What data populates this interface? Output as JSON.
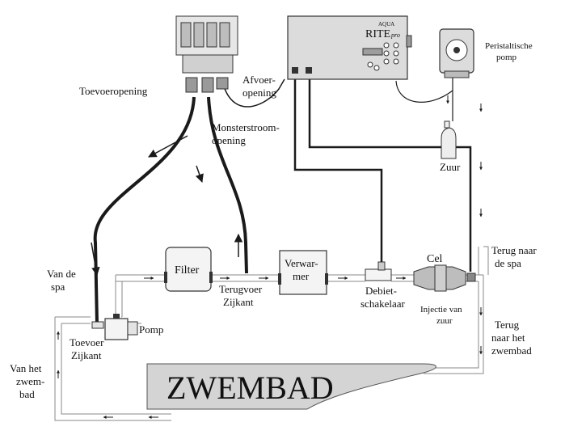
{
  "labels": {
    "toevoeropening": "Toevoeropening",
    "afvoer_line1": "Afvoer-",
    "afvoer_line2": "opening",
    "monster_line1": "Monsterstroom-",
    "monster_line2": "opening",
    "peristaltische_line1": "Peristaltische",
    "peristaltische_line2": "pomp",
    "zuur": "Zuur",
    "van_de_spa_line1": "Van de",
    "van_de_spa_line2": "spa",
    "filter": "Filter",
    "verwarmer_line1": "Verwar-",
    "verwarmer_line2": "mer",
    "terugvoer_line1": "Terugvoer",
    "terugvoer_line2": "Zijkant",
    "debiet_line1": "Debiet-",
    "debiet_line2": "schakelaar",
    "cel": "Cel",
    "terug_spa_line1": "Terug naar",
    "terug_spa_line2": "de spa",
    "injectie_line1": "Injectie van",
    "injectie_line2": "zuur",
    "pomp": "Pomp",
    "toevoer_line1": "Toevoer",
    "toevoer_line2": "Zijkant",
    "terug_zwembad_line1": "Terug",
    "terug_zwembad_line2": "naar het",
    "terug_zwembad_line3": "zwembad",
    "van_zwembad_line1": "Van het",
    "van_zwembad_line2": "zwem-",
    "van_zwembad_line3": "bad",
    "zwembad": "ZWEMBAD"
  },
  "controller": {
    "brand_small": "AQUA",
    "brand_main": "RITE",
    "brand_suffix": "pro"
  },
  "colors": {
    "line": "#1a1a1a",
    "pipe_fill": "#f2f2f2",
    "pipe_stroke": "#8a8a8a",
    "device_fill": "#dcdcdc",
    "pool_fill": "#d4d4d4"
  }
}
